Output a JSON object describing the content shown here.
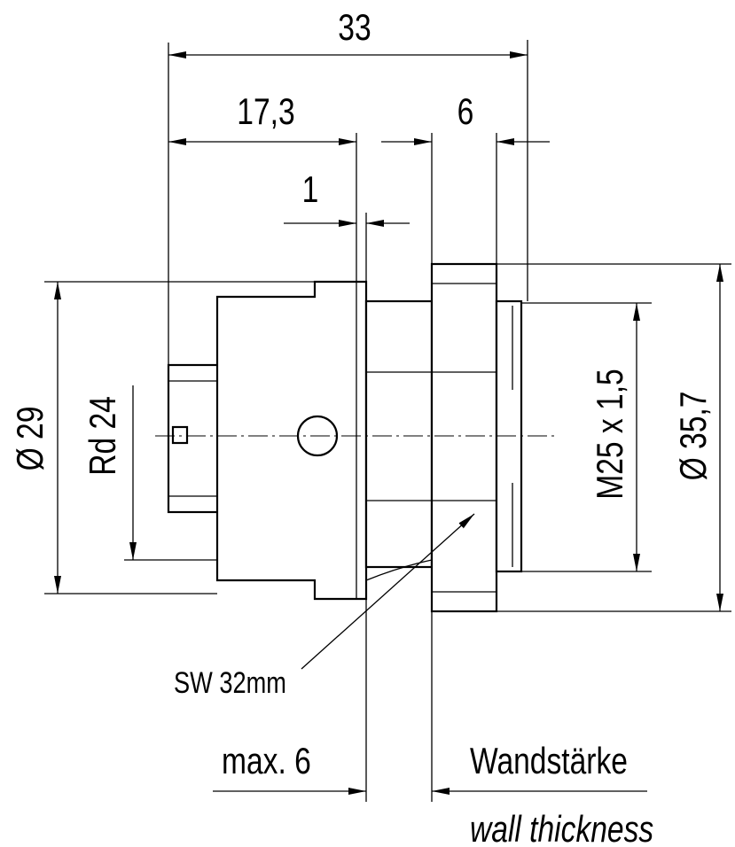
{
  "dimensions": {
    "overall_length": "33",
    "front_length": "17,3",
    "nut_width": "6",
    "flange_thickness": "1",
    "front_diameter": "Ø 29",
    "thread_rd": "Rd 24",
    "thread_metric": "M25 x 1,5",
    "nut_diameter": "Ø 35,7",
    "wrench_size": "SW 32mm",
    "max_wall": "max. 6"
  },
  "labels": {
    "wall_de": "Wandstärke",
    "wall_en": "wall thickness"
  }
}
